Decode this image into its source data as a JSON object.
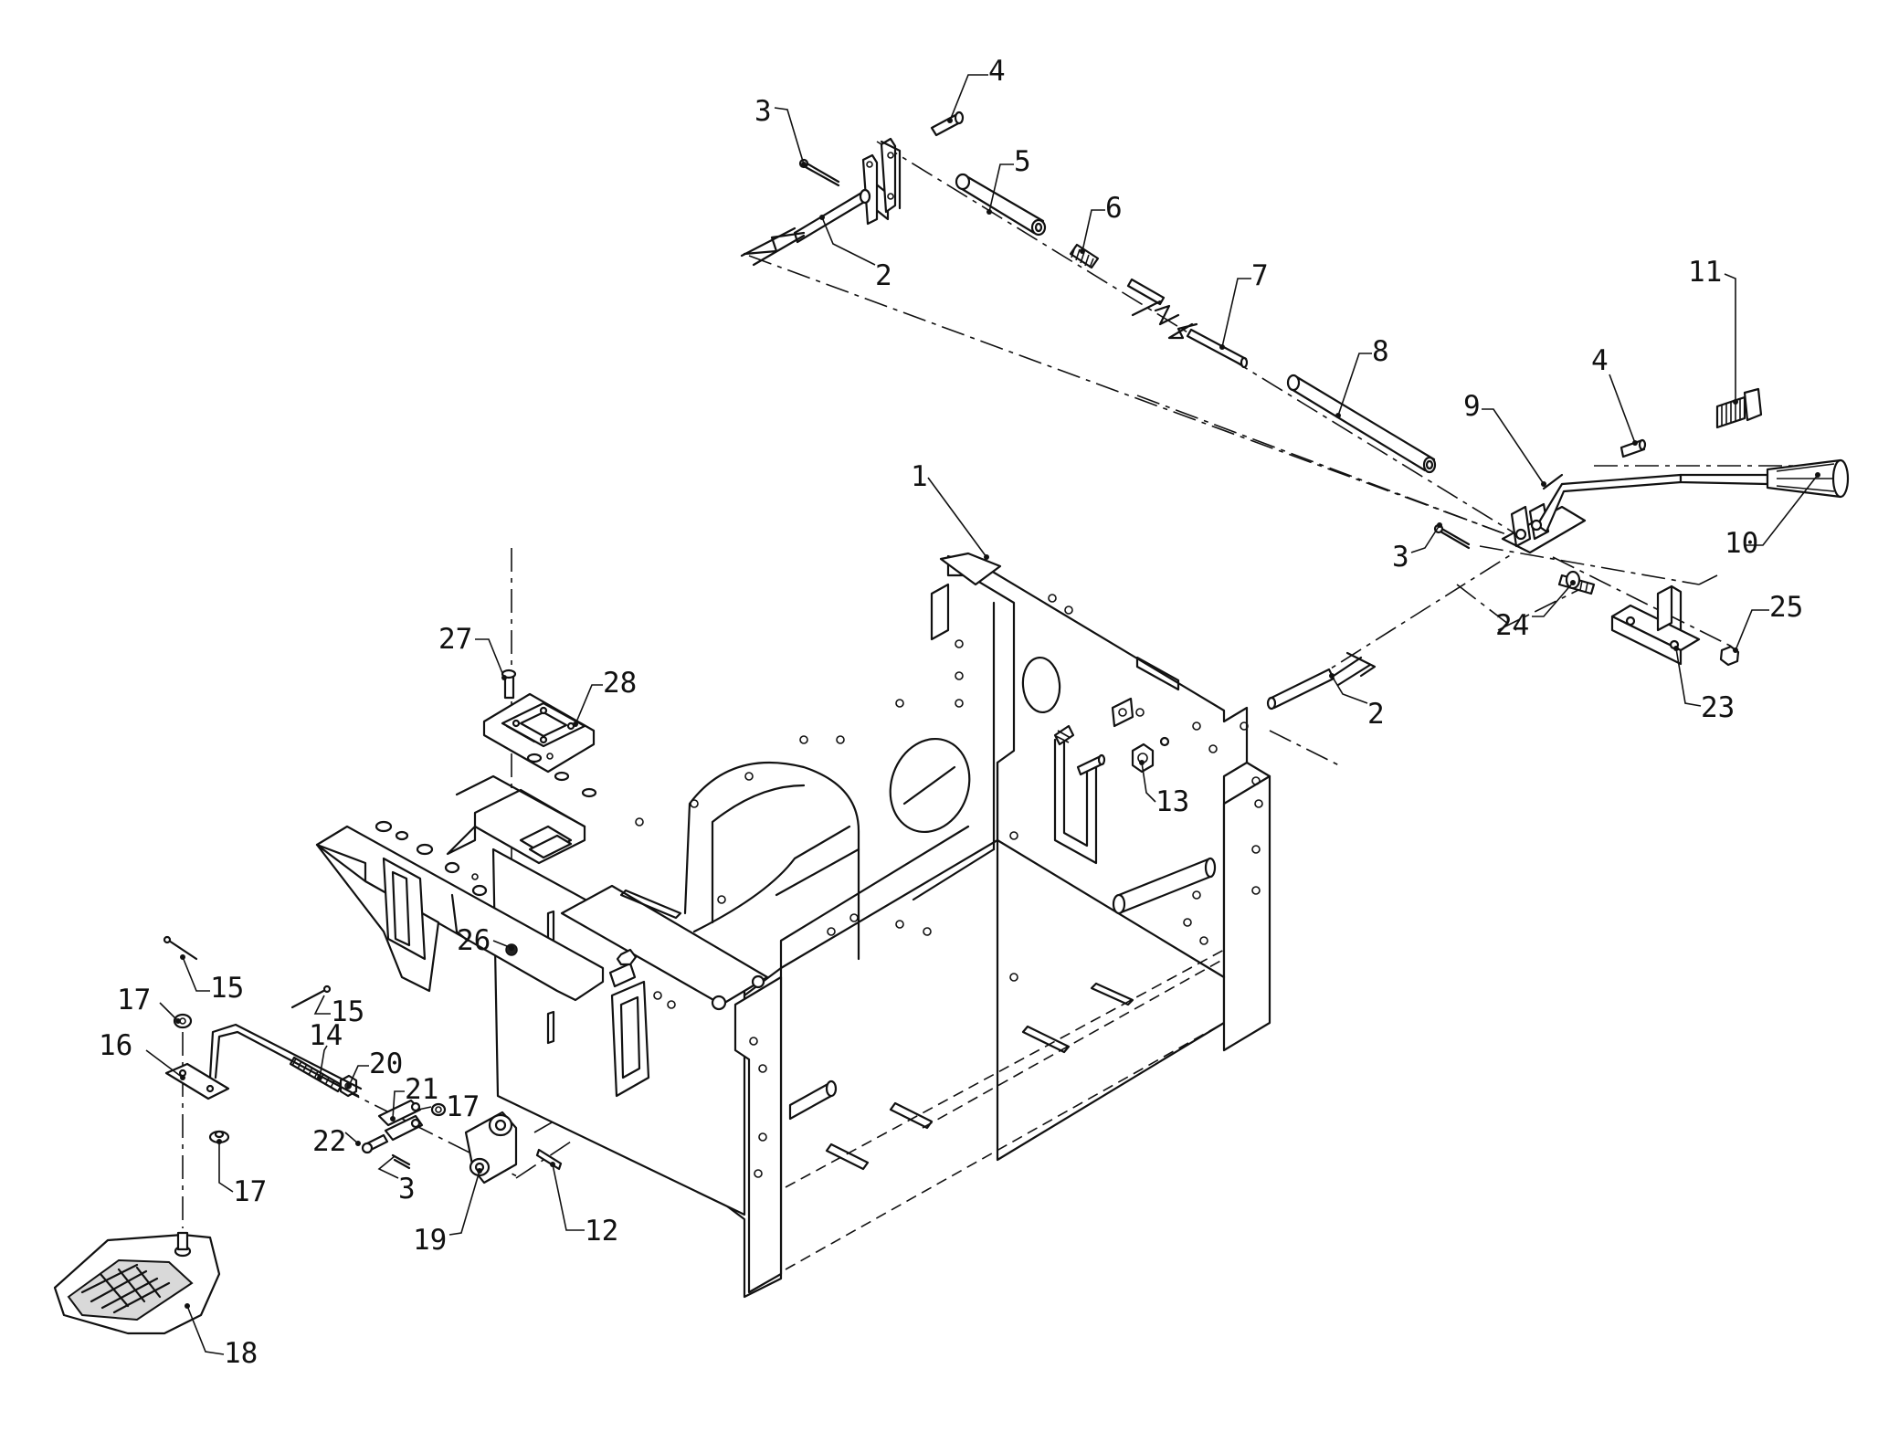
{
  "callouts": [
    {
      "id": "c1",
      "text": "1"
    },
    {
      "id": "c2a",
      "text": "2"
    },
    {
      "id": "c2b",
      "text": "2"
    },
    {
      "id": "c3a",
      "text": "3"
    },
    {
      "id": "c3b",
      "text": "3"
    },
    {
      "id": "c3c",
      "text": "3"
    },
    {
      "id": "c4a",
      "text": "4"
    },
    {
      "id": "c4b",
      "text": "4"
    },
    {
      "id": "c5",
      "text": "5"
    },
    {
      "id": "c6",
      "text": "6"
    },
    {
      "id": "c7",
      "text": "7"
    },
    {
      "id": "c8",
      "text": "8"
    },
    {
      "id": "c9",
      "text": "9"
    },
    {
      "id": "c10",
      "text": "10"
    },
    {
      "id": "c11",
      "text": "11"
    },
    {
      "id": "c12",
      "text": "12"
    },
    {
      "id": "c13",
      "text": "13"
    },
    {
      "id": "c14",
      "text": "14"
    },
    {
      "id": "c15a",
      "text": "15"
    },
    {
      "id": "c15b",
      "text": "15"
    },
    {
      "id": "c16",
      "text": "16"
    },
    {
      "id": "c17a",
      "text": "17"
    },
    {
      "id": "c17b",
      "text": "17"
    },
    {
      "id": "c17c",
      "text": "17"
    },
    {
      "id": "c18",
      "text": "18"
    },
    {
      "id": "c19",
      "text": "19"
    },
    {
      "id": "c20",
      "text": "20"
    },
    {
      "id": "c21",
      "text": "21"
    },
    {
      "id": "c22",
      "text": "22"
    },
    {
      "id": "c23",
      "text": "23"
    },
    {
      "id": "c24",
      "text": "24"
    },
    {
      "id": "c25",
      "text": "25"
    },
    {
      "id": "c26",
      "text": "26"
    },
    {
      "id": "c27",
      "text": "27"
    },
    {
      "id": "c28",
      "text": "28"
    }
  ]
}
